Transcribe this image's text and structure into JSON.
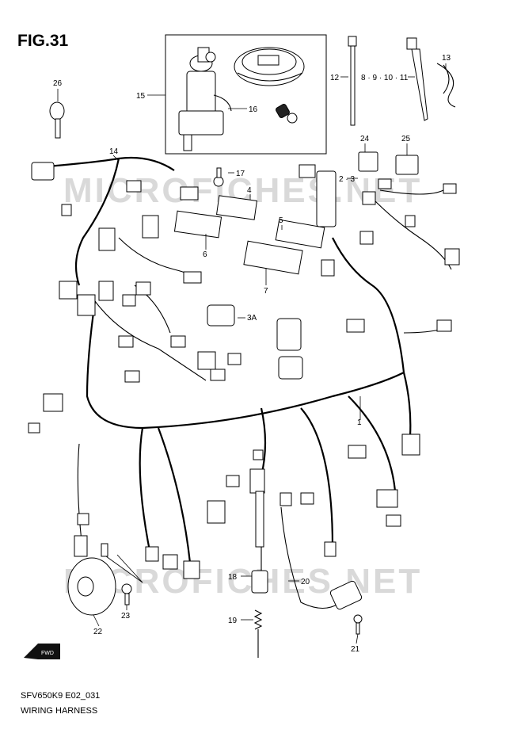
{
  "figure": {
    "title": "FIG.31"
  },
  "footer": {
    "code": "SFV650K9 E02_031",
    "name": "WIRING HARNESS"
  },
  "watermark": "MICROFICHES.NET",
  "direction_badge": "FWD",
  "callouts": {
    "c1": "1",
    "c2_3": "2 · 3",
    "c3a": "3A",
    "c4": "4",
    "c5": "5",
    "c6": "6",
    "c7": "7",
    "c8_11": "8 · 9 · 10 · 11",
    "c12": "12",
    "c13": "13",
    "c14": "14",
    "c15": "15",
    "c16": "16",
    "c17": "17",
    "c18": "18",
    "c19": "19",
    "c20": "20",
    "c21": "21",
    "c22": "22",
    "c23": "23",
    "c24": "24",
    "c25": "25",
    "c26": "26"
  }
}
